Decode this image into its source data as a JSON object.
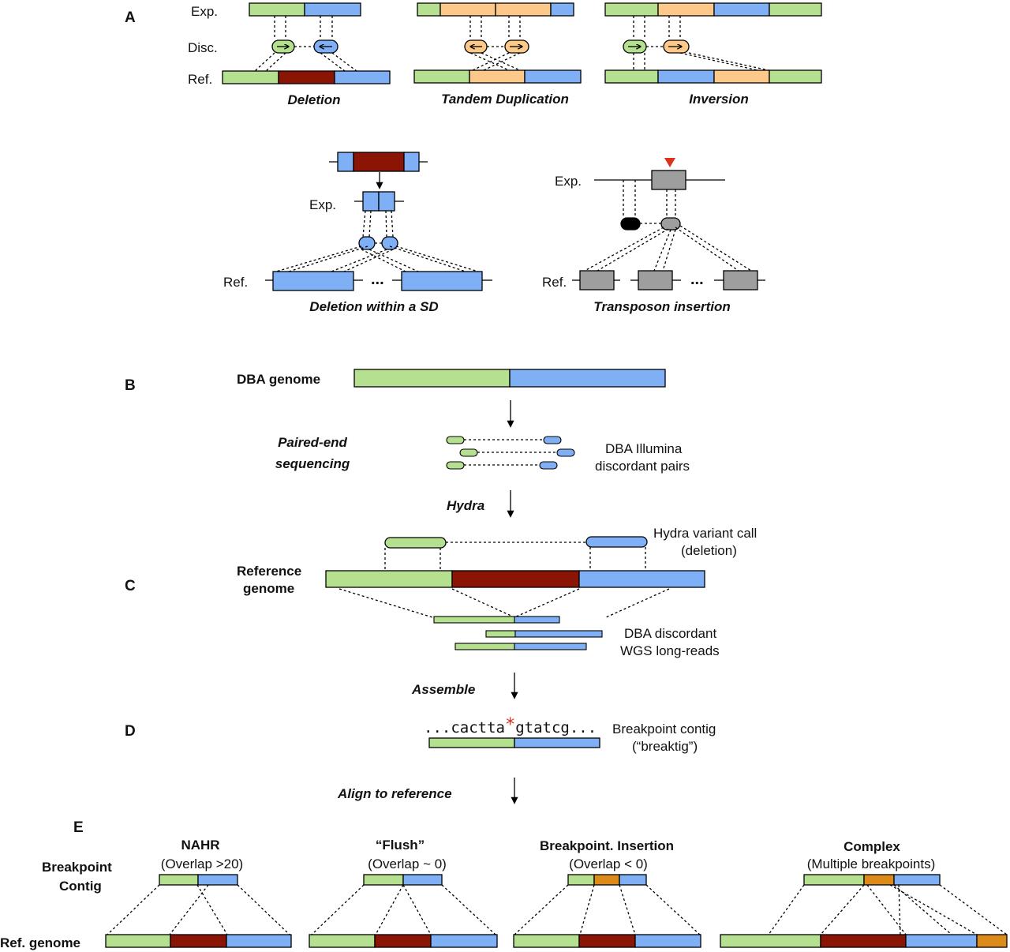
{
  "colors": {
    "green": "#b5e08f",
    "blue": "#7fb0f5",
    "orange": "#fcc98b",
    "darkred": "#8b1505",
    "gray": "#9e9e9e",
    "amber": "#dc8b1a",
    "black": "#000000",
    "arrowhead": "#d9321f"
  },
  "panels": {
    "A": "A",
    "B": "B",
    "C": "C",
    "D": "D",
    "E": "E"
  },
  "panelA": {
    "exp_label": "Exp.",
    "disc_label": "Disc.",
    "ref_label": "Ref.",
    "deletion_title": "Deletion",
    "tandem_title": "Tandem Duplication",
    "inversion_title": "Inversion",
    "sd_exp_label": "Exp.",
    "sd_ref_label": "Ref.",
    "sd_title": "Deletion within a SD",
    "sd_dots": "...",
    "te_exp_label": "Exp.",
    "te_ref_label": "Ref.",
    "te_title": "Transposon insertion",
    "te_dots": "..."
  },
  "panelB": {
    "genome_label": "DBA genome",
    "sequencing_line1": "Paired-end",
    "sequencing_line2": "sequencing",
    "pairs_line1": "DBA Illumina",
    "pairs_line2": "discordant pairs",
    "hydra_label": "Hydra"
  },
  "panelC": {
    "call_line1": "Hydra variant call",
    "call_line2": "(deletion)",
    "ref_line1": "Reference",
    "ref_line2": "genome",
    "reads_line1": "DBA discordant",
    "reads_line2": "WGS long-reads",
    "assemble_label": "Assemble"
  },
  "panelD": {
    "seq_left": "...cactta",
    "seq_star": "*",
    "seq_right": "gtatcg...",
    "contig_line1": "Breakpoint contig",
    "contig_line2": "(“breaktig”)",
    "align_label": "Align to reference"
  },
  "panelE": {
    "contig_line1": "Breakpoint",
    "contig_line2": "Contig",
    "ref_label": "Ref. genome",
    "cases": [
      {
        "title": "NAHR",
        "subtitle": "(Overlap >20)"
      },
      {
        "title": "“Flush”",
        "subtitle": "(Overlap ~ 0)"
      },
      {
        "title": "Breakpoint. Insertion",
        "subtitle": "(Overlap < 0)"
      },
      {
        "title": "Complex",
        "subtitle": "(Multiple breakpoints)"
      }
    ]
  }
}
